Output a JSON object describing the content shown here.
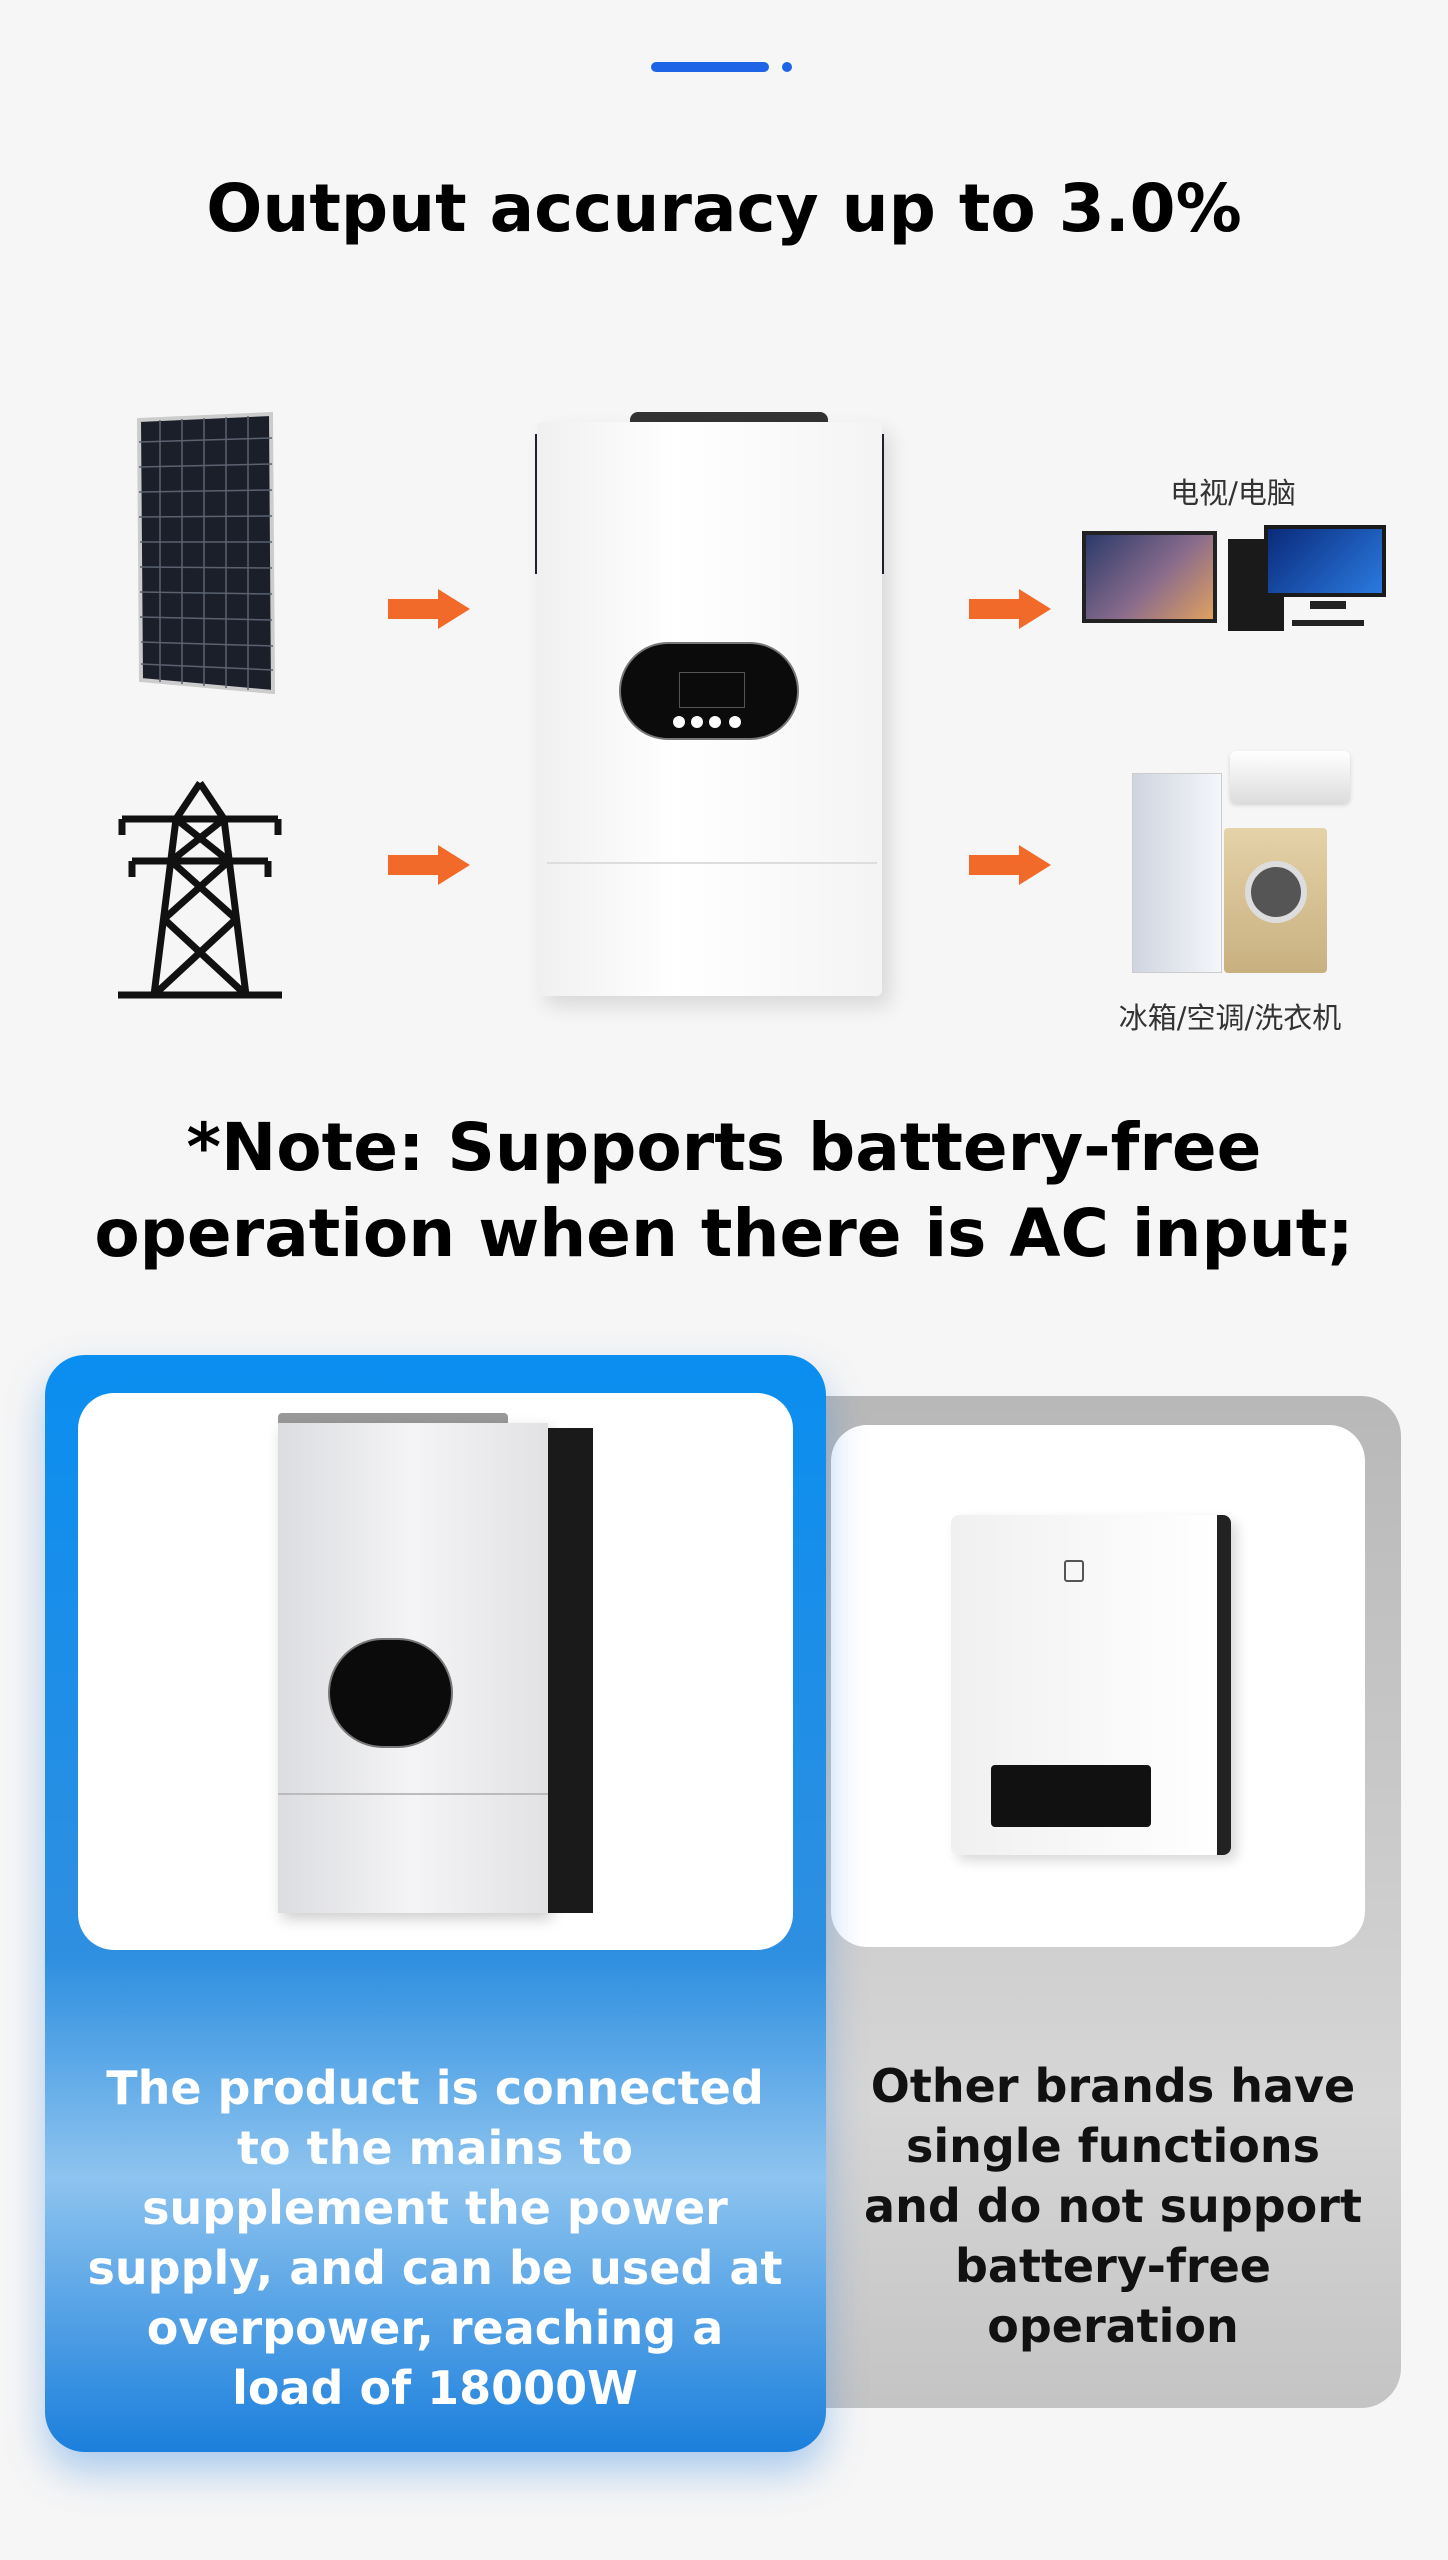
{
  "header": {
    "title": "Output accuracy up to 3.0%"
  },
  "diagram": {
    "inputs": [
      {
        "icon": "solar-panel-icon"
      },
      {
        "icon": "power-tower-icon"
      }
    ],
    "outputs": [
      {
        "label": "电视/电脑"
      },
      {
        "label": "冰箱/空调/洗衣机"
      }
    ],
    "arrow_color": "#f26a2a"
  },
  "note": {
    "line1": "*Note: Supports battery-free",
    "line2": "operation when there is AC input;"
  },
  "comparison": {
    "ours": {
      "text": "The product is connected to the mains to supplement the power supply, and can be used at overpower, reaching a load of 18000W",
      "color": "#0a8ef0"
    },
    "others": {
      "text": "Other brands have single functions and do not support battery-free operation",
      "color": "#bdbdbd"
    }
  }
}
